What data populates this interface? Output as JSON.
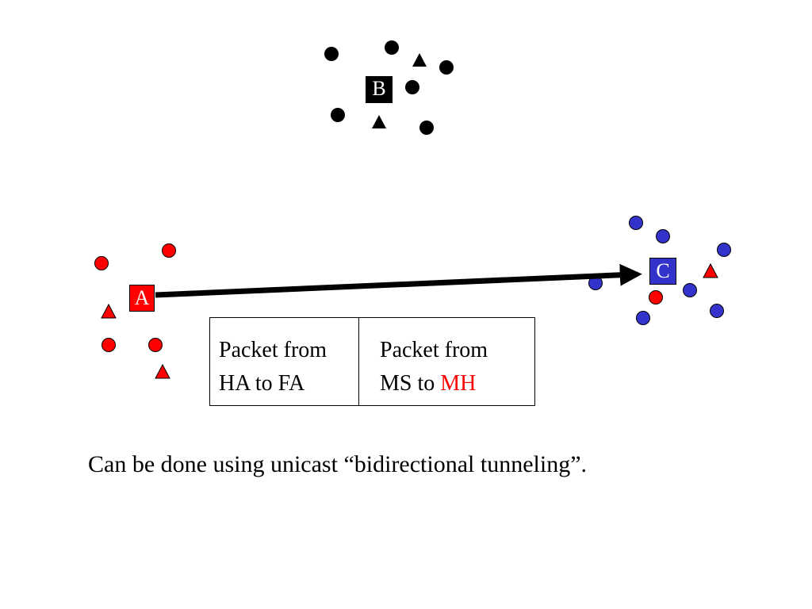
{
  "nodes": {
    "a": {
      "label": "A",
      "fill": "#ff0000"
    },
    "b": {
      "label": "B",
      "fill": "#000000"
    },
    "c": {
      "label": "C",
      "fill": "#3333cc"
    }
  },
  "colors": {
    "cluster_a": "#ff0000",
    "cluster_b": "#000000",
    "cluster_c": "#3333cc",
    "arrow": "#000000"
  },
  "arrow": {
    "from": "A",
    "to": "C"
  },
  "packet": {
    "left_line1": "Packet from",
    "left_line2": "HA to FA",
    "right_line1": "Packet from",
    "right_line2_prefix": "MS to ",
    "right_line2_highlight": "MH"
  },
  "caption": "Can be done using unicast “bidirectional tunneling”."
}
